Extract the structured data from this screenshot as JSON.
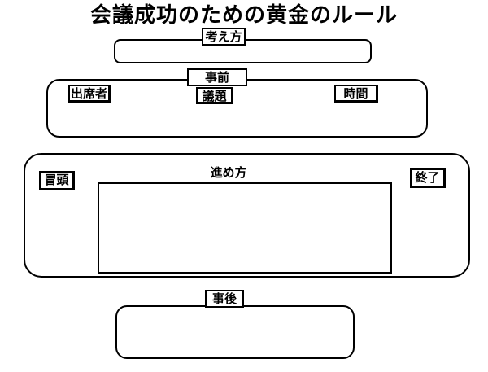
{
  "title": "会議成功のための黄金のルール",
  "sections": {
    "kangaekata": {
      "label": "考え方"
    },
    "jizen": {
      "label": "事前",
      "items": [
        "出席者",
        "議題",
        "時間"
      ]
    },
    "susumekata": {
      "label": "進め方",
      "start": "冒頭",
      "end": "終了"
    },
    "jigo": {
      "label": "事後"
    }
  }
}
